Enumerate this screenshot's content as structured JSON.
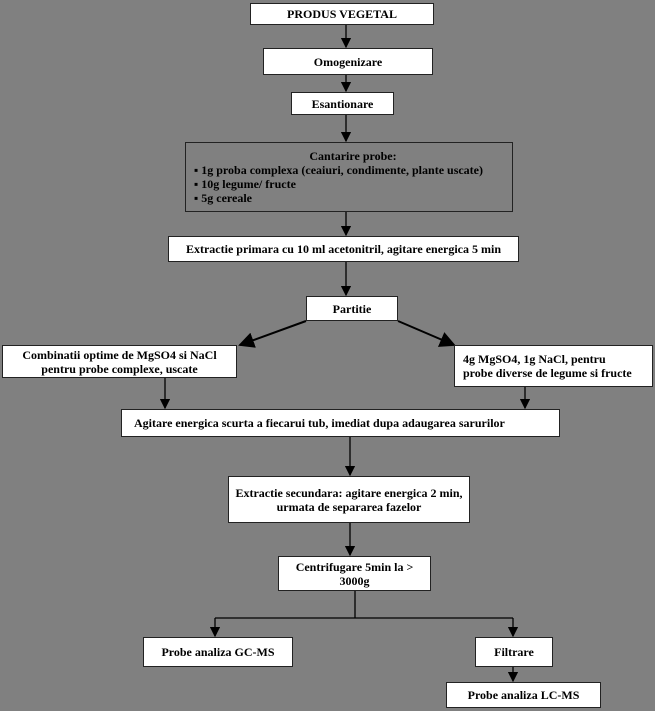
{
  "nodes": {
    "produs": "PRODUS VEGETAL",
    "omogenizare": "Omogenizare",
    "esantionare": "Esantionare",
    "cantarire": {
      "title": "Cantarire probe:",
      "items": [
        "▪ 1g proba complexa (ceaiuri, condimente, plante uscate)",
        "▪ 10g legume/ fructe",
        "▪ 5g cereale"
      ]
    },
    "extractie_primara": "Extractie primara cu 10 ml acetonitril, agitare energica 5 min",
    "partitie": "Partitie",
    "combinatii": [
      "Combinatii optime de MgSO4 si NaCl",
      "pentru probe complexe, uscate"
    ],
    "diverse": [
      "4g MgSO4, 1g NaCl, pentru",
      "probe diverse de legume si fructe"
    ],
    "agitare": "Agitare energica scurta a fiecarui tub, imediat dupa adaugarea sarurilor",
    "extractie_secundara": [
      "Extractie secundara: agitare energica 2 min,",
      "urmata de separarea fazelor"
    ],
    "centrifugare": [
      "Centrifugare 5min la >",
      "3000g"
    ],
    "gcms": "Probe analiza GC-MS",
    "filtrare": "Filtrare",
    "lcms": "Probe analiza LC-MS"
  }
}
